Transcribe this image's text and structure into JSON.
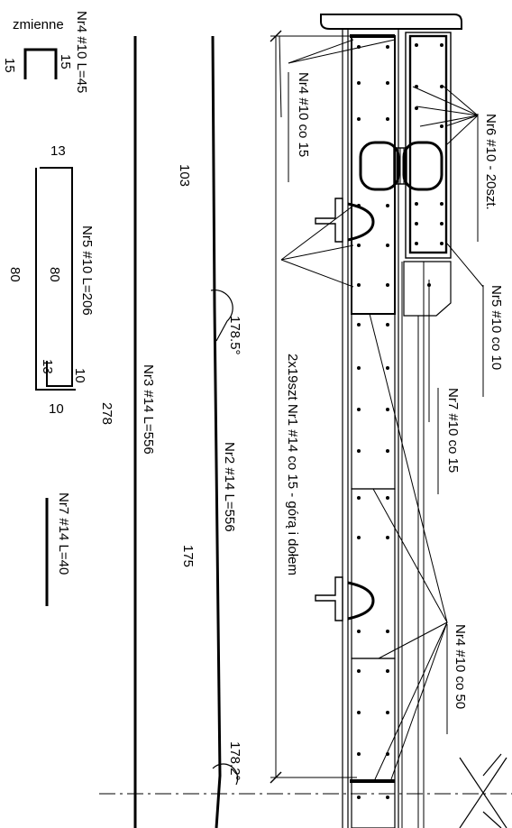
{
  "bars_schedule": {
    "nr4": {
      "shape_label": "zmienne",
      "leg_left": "15",
      "leg_right": "15",
      "spec": "Nr4 #10 L=45"
    },
    "nr5": {
      "top": "13",
      "side_outer": "80",
      "side_inner": "80",
      "bottom_inner": "13",
      "hook_a": "10",
      "hook_b": "10",
      "spec": "Nr5 #10 L=206"
    },
    "nr7": {
      "spec": "Nr7 #14 L=40"
    }
  },
  "longitudinal": {
    "nr3_spec": "Nr3 #14 L=556",
    "nr3_length": "278",
    "nr2_spec": "Nr2 #14 L=556",
    "seg_upper": "103",
    "seg_lower": "175",
    "angle_upper": "178.5°",
    "angle_lower": "178.2°"
  },
  "section_labels": {
    "nr4_co15": "Nr4 #10 co 15",
    "nr1_main": "2x19szt Nr1 #14 co 15 - górą i dołem",
    "nr6": "Nr6 #10 - 20szt.",
    "nr5_co10": "Nr5 #10 co 10",
    "nr7_co15": "Nr7 #10 co 15",
    "nr4_co50": "Nr4 #10 co 50"
  }
}
